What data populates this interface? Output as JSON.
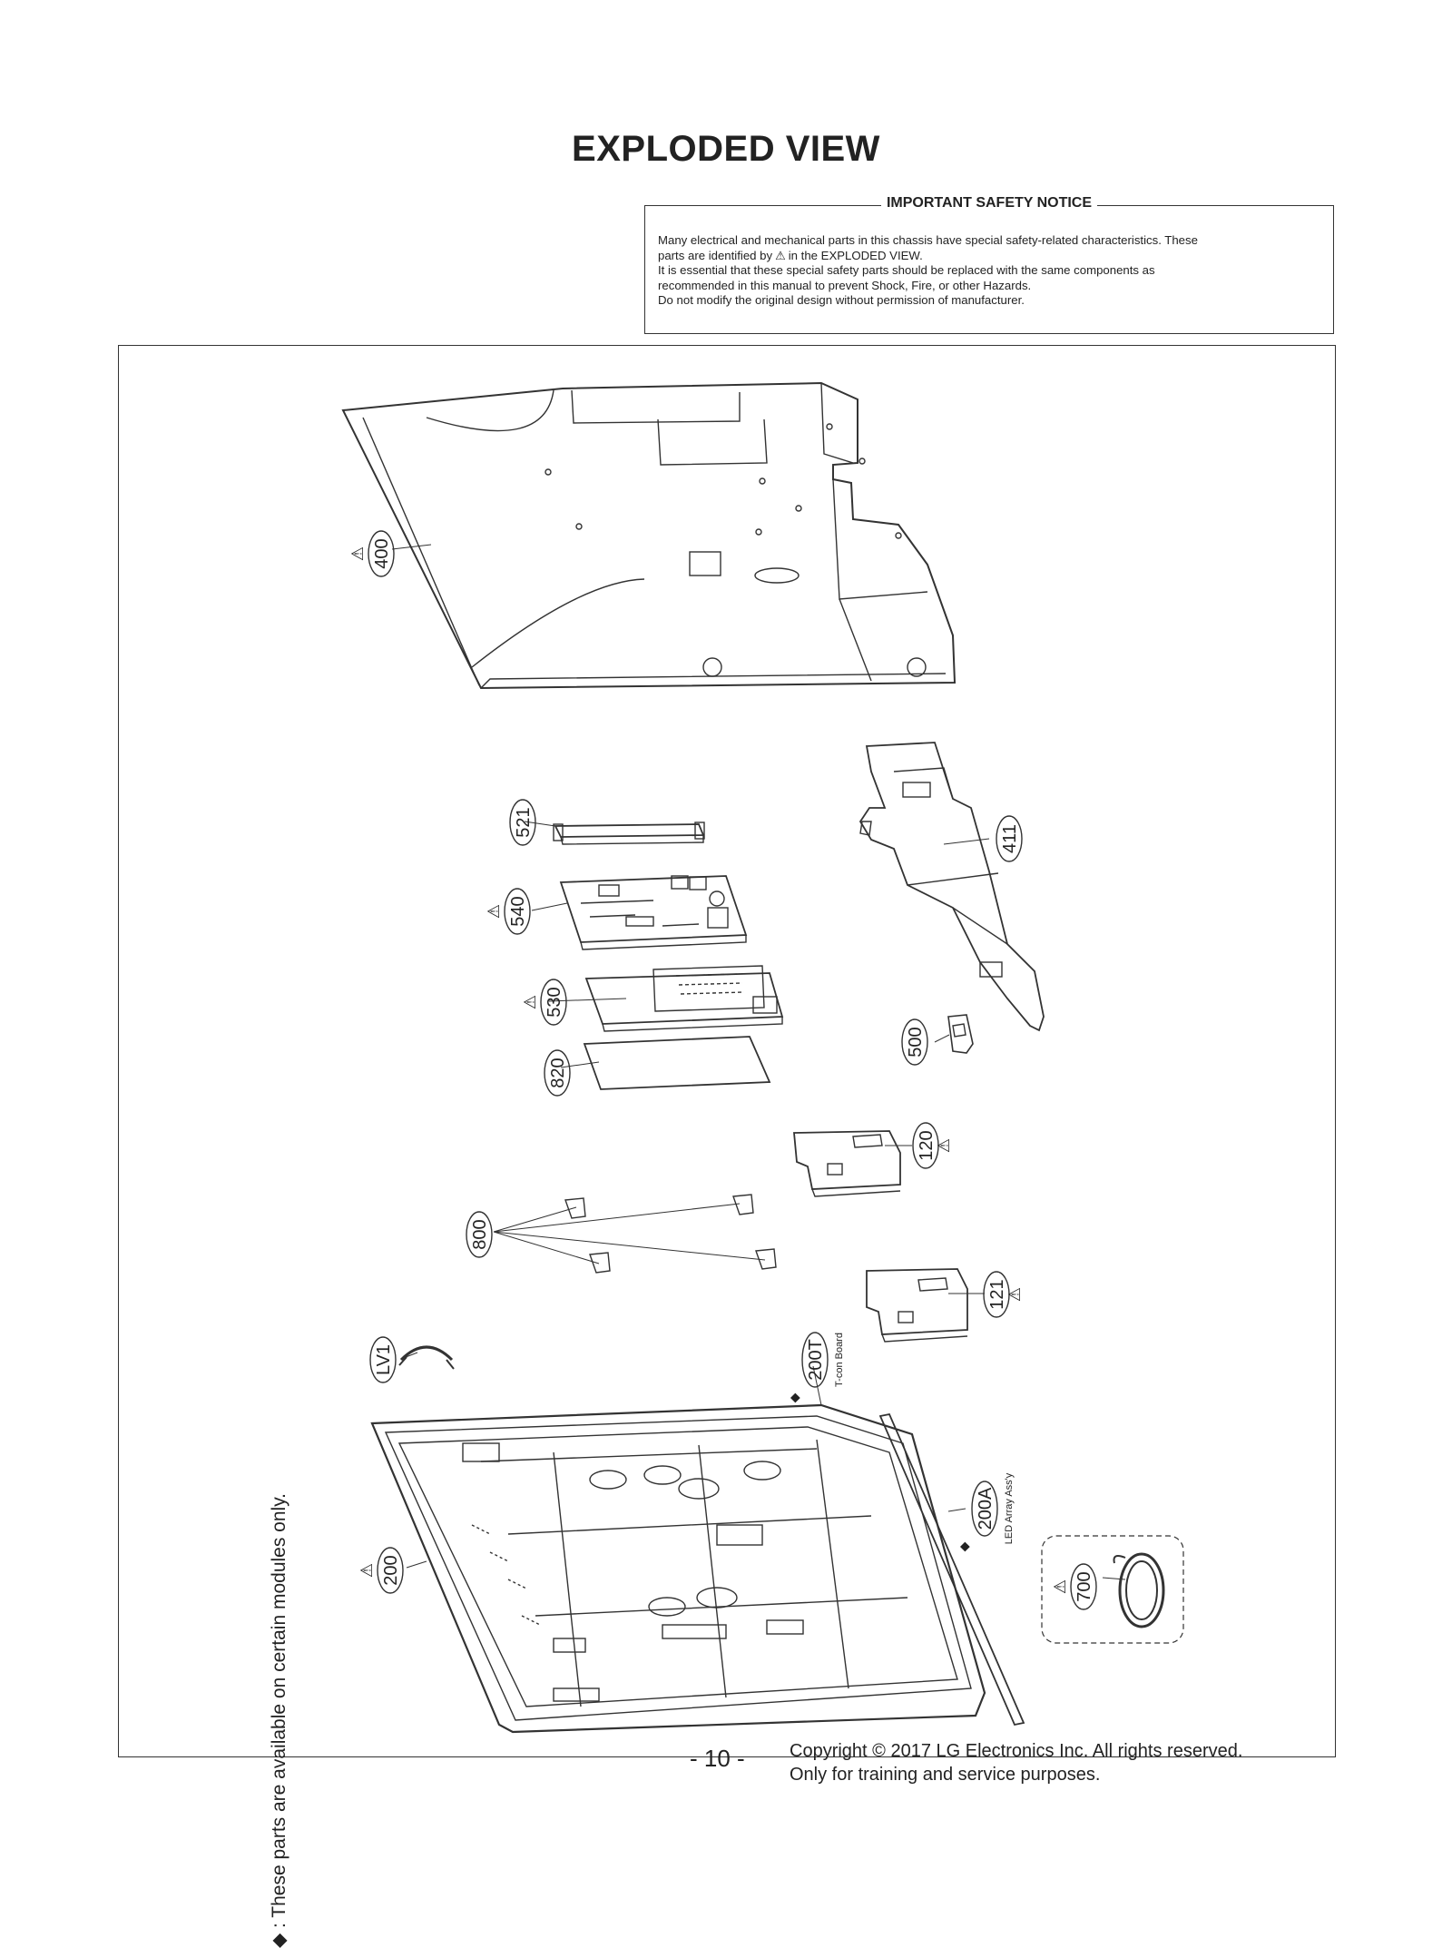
{
  "page_title": "EXPLODED VIEW",
  "notice": {
    "heading": "IMPORTANT SAFETY NOTICE",
    "line1": "Many electrical and mechanical parts in this chassis have special safety-related characteristics. These",
    "line2a": "parts are identified by",
    "line2b": "in the EXPLODED VIEW.",
    "line3": "It is essential that these special safety parts should be replaced with the same components as",
    "line4": "recommended in this manual to prevent Shock, Fire, or other Hazards.",
    "line5": "Do not modify the original design without permission of manufacturer."
  },
  "side_note": "◆ : These parts are available on certain modules only.",
  "parts": [
    {
      "id": "p400",
      "label": "400"
    },
    {
      "id": "p521",
      "label": "521"
    },
    {
      "id": "p411",
      "label": "411"
    },
    {
      "id": "p540",
      "label": "540"
    },
    {
      "id": "p530",
      "label": "530"
    },
    {
      "id": "p500",
      "label": "500"
    },
    {
      "id": "p820",
      "label": "820"
    },
    {
      "id": "p120",
      "label": "120"
    },
    {
      "id": "p800",
      "label": "800"
    },
    {
      "id": "p121",
      "label": "121"
    },
    {
      "id": "pLV1",
      "label": "LV1"
    },
    {
      "id": "p200T",
      "label": "200T"
    },
    {
      "id": "p200A",
      "label": "200A"
    },
    {
      "id": "p200",
      "label": "200"
    },
    {
      "id": "p700",
      "label": "700"
    }
  ],
  "sublabels": {
    "tcon": "T-con Board",
    "led": "LED Array Ass'y"
  },
  "footer": {
    "page_number": "- 10 -",
    "copyright": "Copyright © 2017 LG Electronics Inc. All rights reserved.",
    "purpose": "Only for training and service purposes."
  }
}
